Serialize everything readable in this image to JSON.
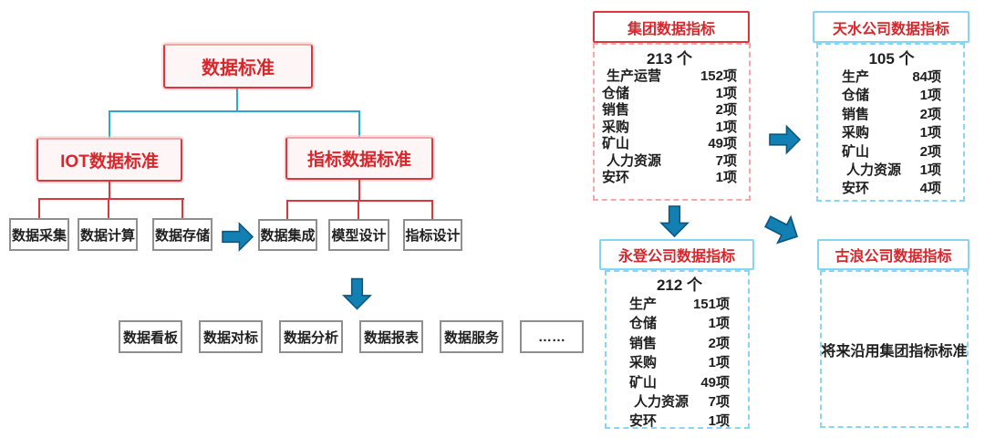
{
  "diagram": {
    "root_label": "数据标准",
    "branch_iot_label": "IOT数据标准",
    "branch_indicator_label": "指标数据标准",
    "iot_children": [
      "数据采集",
      "数据计算",
      "数据存储"
    ],
    "indicator_children": [
      "数据集成",
      "模型设计",
      "指标设计"
    ],
    "applications": [
      "数据看板",
      "数据对标",
      "数据分析",
      "数据报表",
      "数据服务",
      "……"
    ]
  },
  "panels": {
    "group": {
      "title": "集团数据指标",
      "count": "213 个",
      "rows": [
        {
          "name": "生产运营",
          "value": "152项"
        },
        {
          "name": "仓储",
          "value": "1项"
        },
        {
          "name": "销售",
          "value": "2项"
        },
        {
          "name": "采购",
          "value": "1项"
        },
        {
          "name": "矿山",
          "value": "49项"
        },
        {
          "name": "人力资源",
          "value": "7项"
        },
        {
          "name": "安环",
          "value": "1项"
        }
      ]
    },
    "tianshui": {
      "title": "天水公司数据指标",
      "count": "105 个",
      "rows": [
        {
          "name": "生产",
          "value": "84项"
        },
        {
          "name": "仓储",
          "value": "1项"
        },
        {
          "name": "销售",
          "value": "2项"
        },
        {
          "name": "采购",
          "value": "1项"
        },
        {
          "name": "矿山",
          "value": "2项"
        },
        {
          "name": "人力资源",
          "value": "1项"
        },
        {
          "name": "安环",
          "value": "4项"
        }
      ]
    },
    "yongdeng": {
      "title": "永登公司数据指标",
      "count": "212 个",
      "rows": [
        {
          "name": "生产",
          "value": "151项"
        },
        {
          "name": "仓储",
          "value": "1项"
        },
        {
          "name": "销售",
          "value": "2项"
        },
        {
          "name": "采购",
          "value": "1项"
        },
        {
          "name": "矿山",
          "value": "49项"
        },
        {
          "name": "人力资源",
          "value": "7项"
        },
        {
          "name": "安环",
          "value": "1项"
        }
      ]
    },
    "gulang": {
      "title": "古浪公司数据指标",
      "note": "将来沿用集团指标标准"
    }
  },
  "colors": {
    "red": "#d9383f",
    "red_text": "#d7262c",
    "blue_line": "#2ea3d6",
    "arrow_fill": "#1380b4",
    "arrow_stroke": "#0d567e",
    "panel_blue": "#86d4f4",
    "dashed_red": "#f4a9a9",
    "dashed_blue": "#8ad5f5",
    "gray_border": "#8f8f8f"
  }
}
